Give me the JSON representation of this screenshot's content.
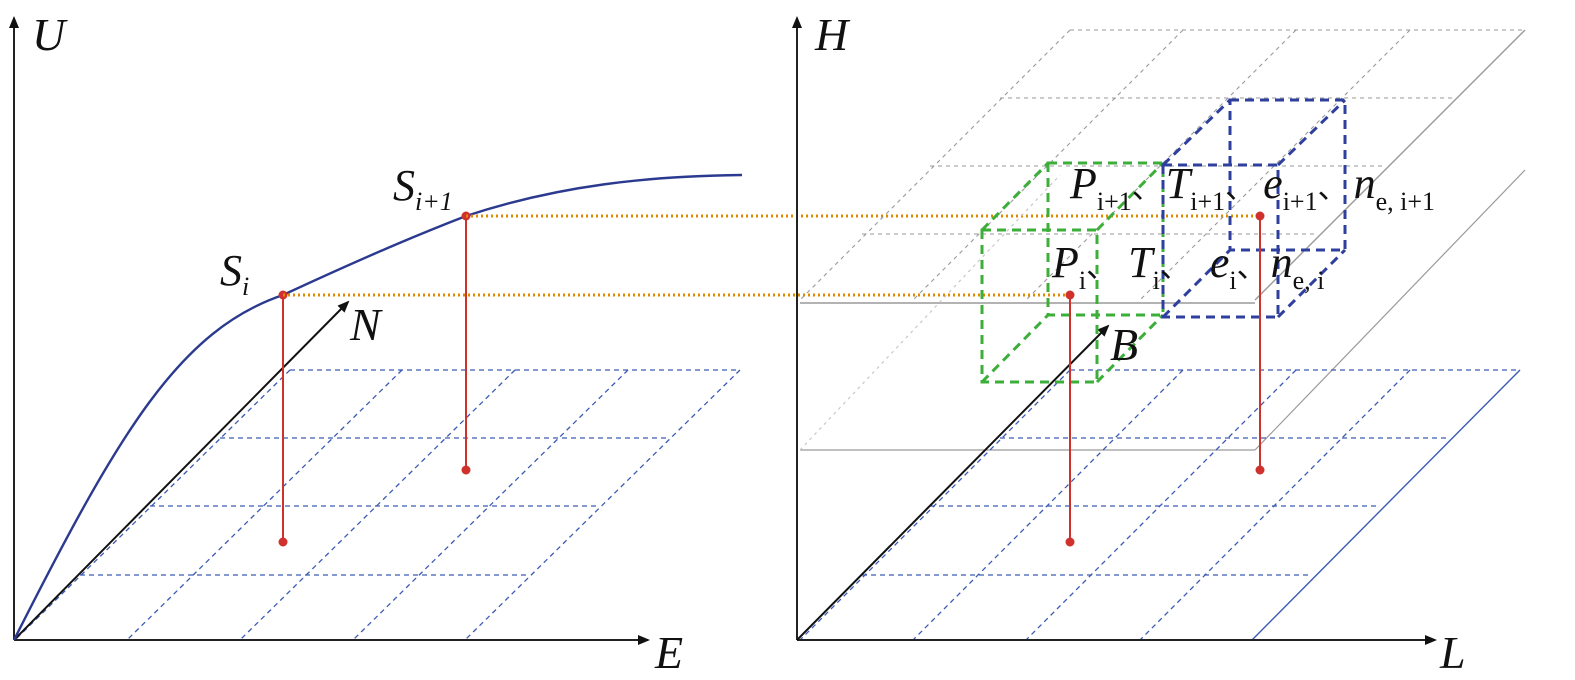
{
  "left_panel": {
    "axis_u": "U",
    "axis_e": "E",
    "axis_n": "N",
    "s_i": {
      "base": "S",
      "sub": "i"
    },
    "s_i1": {
      "base": "S",
      "sub": "i+1"
    }
  },
  "right_panel": {
    "axis_h": "H",
    "axis_l": "L",
    "axis_b": "B",
    "row_upper": {
      "p": "P",
      "p_sub": "i+1",
      "t": "T",
      "t_sub": "i+1",
      "e": "e",
      "e_sub": "i+1",
      "n": "n",
      "n_sub": "e, i+1"
    },
    "row_lower": {
      "p": "P",
      "p_sub": "i",
      "t": "T",
      "t_sub": "i",
      "e": "e",
      "e_sub": "i",
      "n": "n",
      "n_sub": "e, i"
    },
    "separator": "、"
  },
  "colors": {
    "axis": "#222222",
    "curve": "#2b3a8f",
    "grid_blue": "#3c5bb5",
    "grid_gray": "#9a9a9a",
    "drop_line": "#d0312d",
    "dotted_link": "#e08a00",
    "box_green": "#3cae3a",
    "box_blue": "#2e3f9e"
  }
}
